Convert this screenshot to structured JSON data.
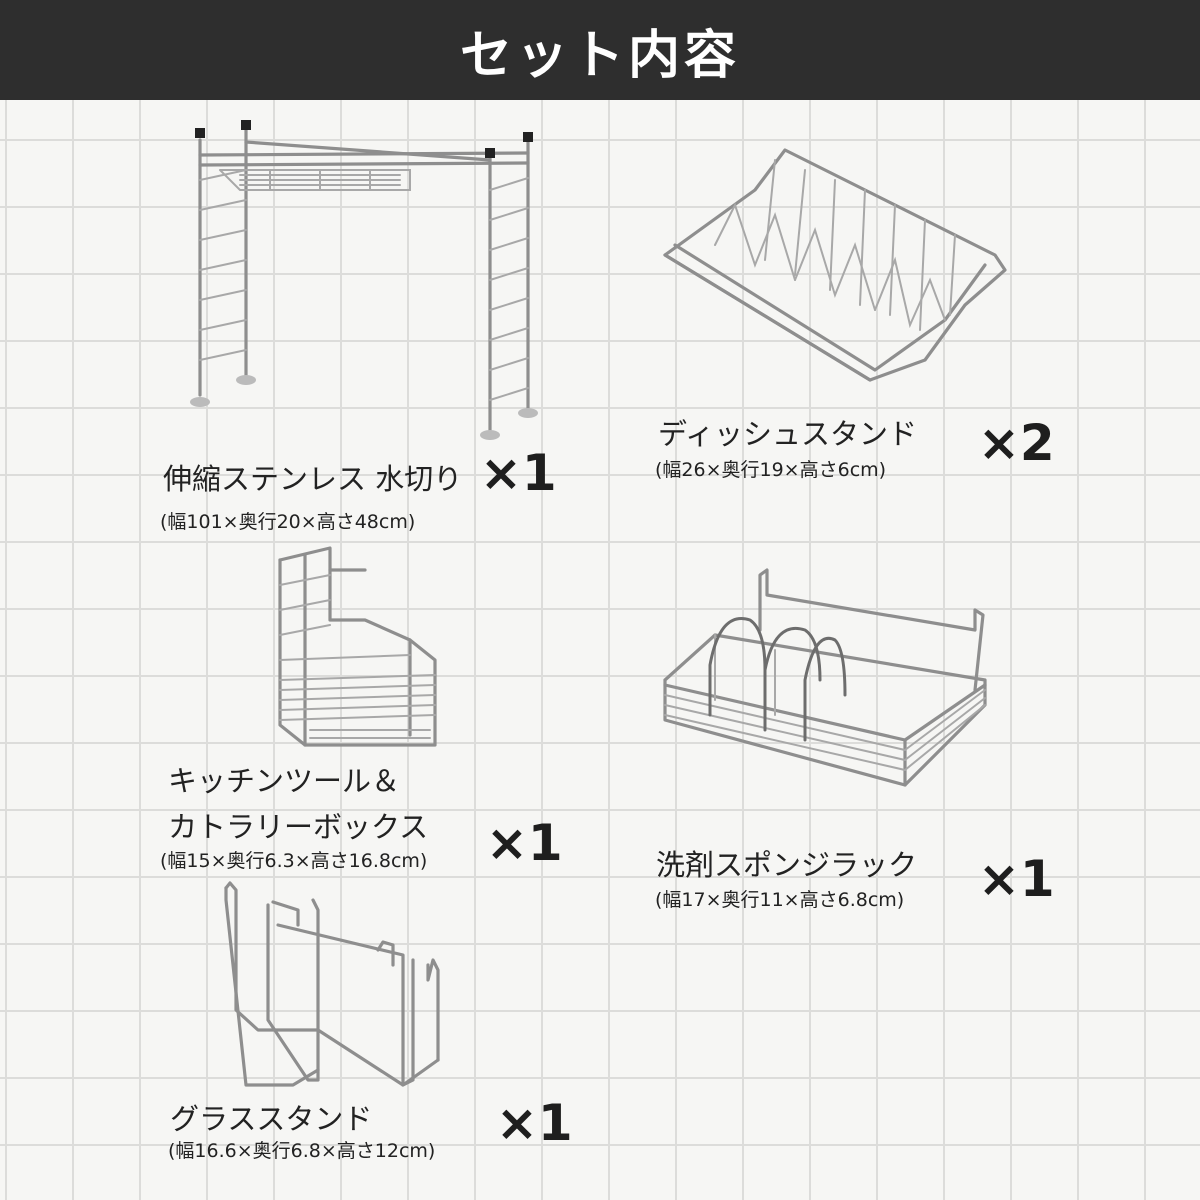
{
  "header": {
    "title": "セット内容"
  },
  "items": [
    {
      "name": "伸縮ステンレス 水切り",
      "dims": "(幅101×奥行20×高さ48cm)",
      "qty": "×1",
      "icon": "expandable-drying-rack-icon"
    },
    {
      "name": "ディッシュスタンド",
      "dims": "(幅26×奥行19×高さ6cm)",
      "qty": "×2",
      "icon": "dish-stand-icon"
    },
    {
      "name_line1": "キッチンツール＆",
      "name_line2": "カトラリーボックス",
      "dims": "(幅15×奥行6.3×高さ16.8cm)",
      "qty": "×1",
      "icon": "utensil-box-icon"
    },
    {
      "name": "洗剤スポンジラック",
      "dims": "(幅17×奥行11×高さ6.8cm)",
      "qty": "×1",
      "icon": "sponge-rack-icon"
    },
    {
      "name": "グラススタンド",
      "dims": "(幅16.6×奥行6.8×高さ12cm)",
      "qty": "×1",
      "icon": "glass-stand-icon"
    }
  ]
}
